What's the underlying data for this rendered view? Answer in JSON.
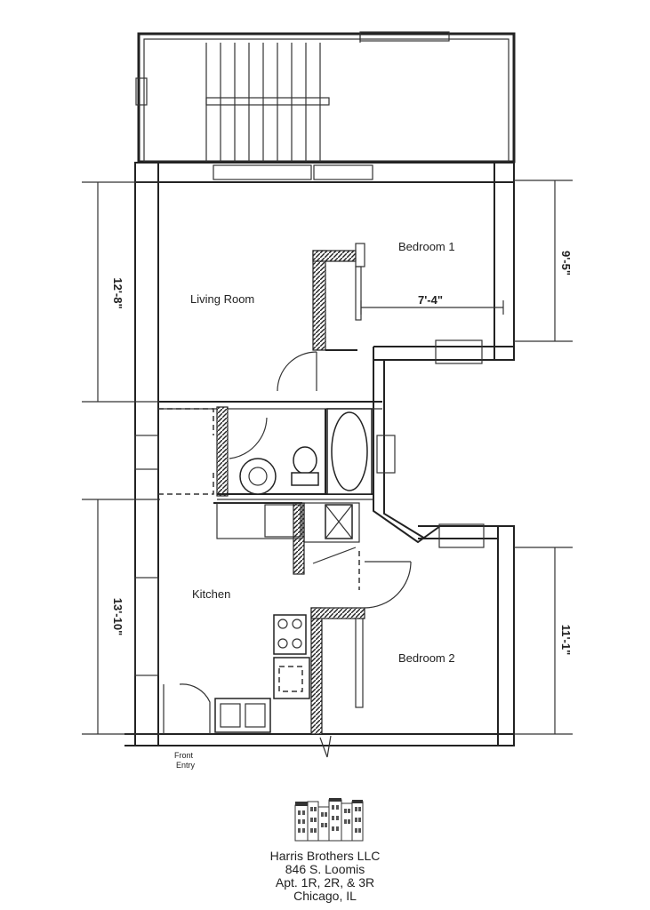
{
  "rooms": {
    "living_room": "Living Room",
    "bedroom1": "Bedroom 1",
    "bedroom2": "Bedroom 2",
    "kitchen": "Kitchen"
  },
  "dimensions": {
    "living_height": "12'-8\"",
    "bedroom1_height": "9'-5\"",
    "bedroom1_width": "7'-4\"",
    "kitchen_height": "13'-10\"",
    "bedroom2_height": "11'-1\""
  },
  "entry": {
    "line1": "Front",
    "line2": "Entry"
  },
  "company": {
    "name": "Harris Brothers LLC",
    "address": "846 S. Loomis",
    "units": "Apt. 1R, 2R, & 3R",
    "city": "Chicago, IL"
  }
}
